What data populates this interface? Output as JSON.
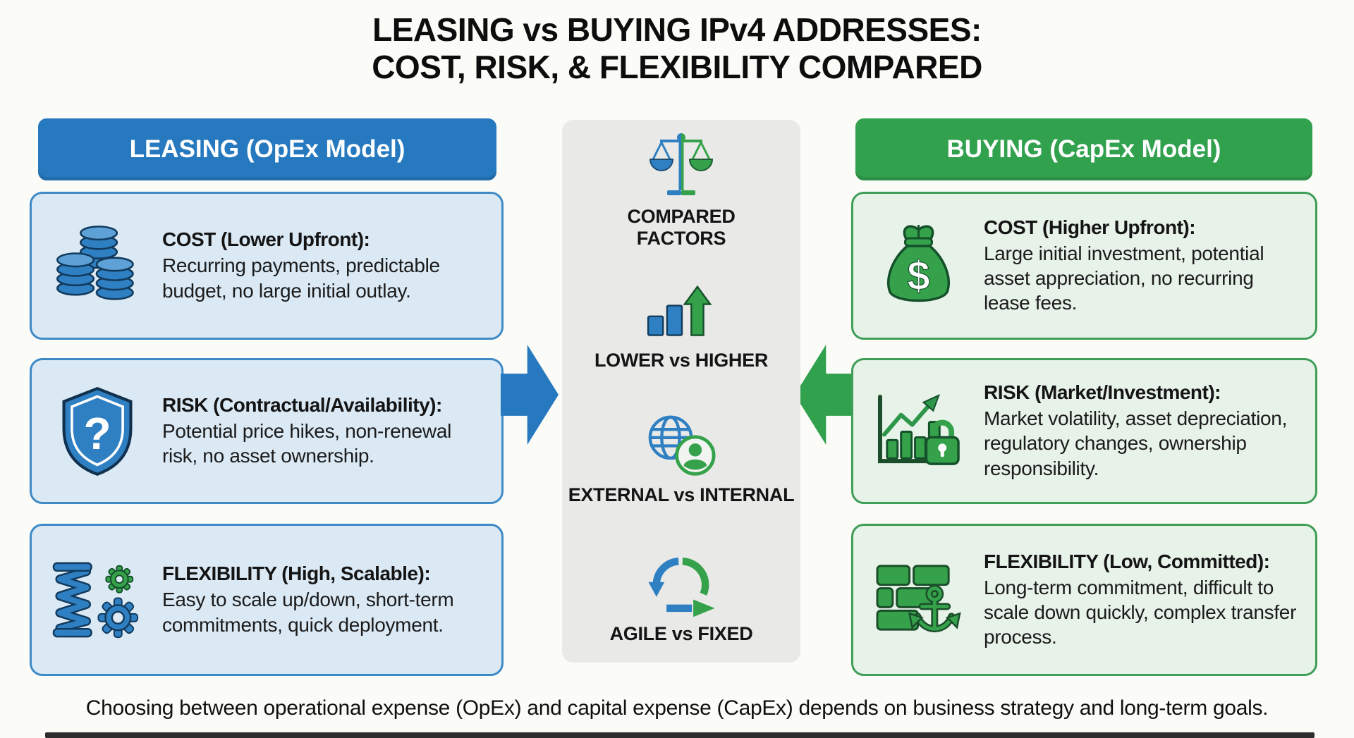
{
  "title": {
    "line1": "LEASING vs BUYING IPv4 ADDRESSES:",
    "line2": "COST, RISK, & FLEXIBILITY COMPARED"
  },
  "left": {
    "header": "LEASING (OpEx Model)",
    "cards": [
      {
        "icon": "coin-stacks-icon",
        "heading": "COST (Lower Upfront):",
        "body": "Recurring payments, predictable budget, no large initial outlay."
      },
      {
        "icon": "shield-question-icon",
        "heading": "RISK (Contractual/Availability):",
        "body": "Potential price hikes, non-renewal risk, no asset ownership."
      },
      {
        "icon": "spring-gears-icon",
        "heading": "FLEXIBILITY (High, Scalable):",
        "body": "Easy to scale up/down, short-term commitments, quick deployment."
      }
    ]
  },
  "center": {
    "items": [
      {
        "icon": "balance-scale-icon",
        "label": "COMPARED FACTORS"
      },
      {
        "icon": "bar-chart-rising-icon",
        "label": "LOWER vs HIGHER"
      },
      {
        "icon": "globe-person-icon",
        "label": "EXTERNAL vs INTERNAL"
      },
      {
        "icon": "cycle-arrows-icon",
        "label": "AGILE vs FIXED"
      }
    ]
  },
  "right": {
    "header": "BUYING (CapEx Model)",
    "cards": [
      {
        "icon": "money-bag-icon",
        "heading": "COST (Higher Upfront):",
        "body": "Large initial investment, potential asset appreciation, no recurring lease fees."
      },
      {
        "icon": "chart-lock-icon",
        "heading": "RISK (Market/Investment):",
        "body": "Market volatility, asset depreciation, regulatory changes, ownership responsibility."
      },
      {
        "icon": "bricks-anchor-icon",
        "heading": "FLEXIBILITY (Low, Committed):",
        "body": "Long-term commitment, difficult to scale down quickly, complex transfer process."
      }
    ]
  },
  "footer": "Choosing between operational expense (OpEx) and capital expense (CapEx) depends on business strategy and long-term goals.",
  "colors": {
    "blue": "#2679be",
    "blue_fill": "#2f80c3",
    "blue_light": "#dbe9f5",
    "green": "#31a14e",
    "green_fill": "#35a24b",
    "green_light": "#e7f2e8",
    "panel_gray": "#e9e9e7"
  }
}
